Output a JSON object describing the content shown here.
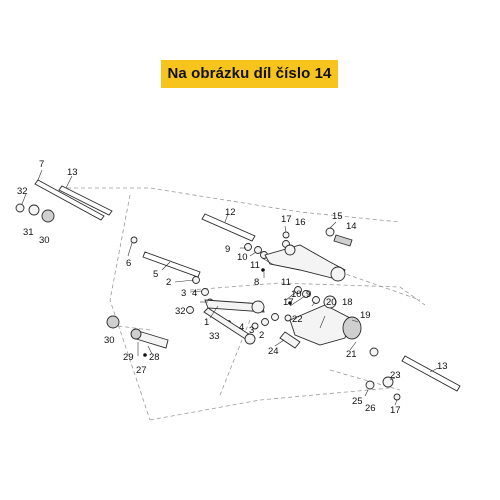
{
  "banner": {
    "title": "Na obrázku díl číslo 14"
  },
  "callouts": {
    "c7": "7",
    "c13a": "13",
    "c32a": "32",
    "c31": "31",
    "c30a": "30",
    "c6": "6",
    "c5": "5",
    "c2a": "2",
    "c3a": "3",
    "c4a": "4",
    "c32b": "32",
    "c1": "1",
    "c33": "33",
    "c4b": "4",
    "c3b": "3",
    "c2b": "2",
    "c30b": "30",
    "c29": "29",
    "c28": "28",
    "c27": "27",
    "c12": "12",
    "c9a": "9",
    "c10a": "10",
    "c11a": "11",
    "c8": "8",
    "c17a": "17",
    "c16": "16",
    "c15": "15",
    "c14": "14",
    "c11b": "11",
    "c10b": "10",
    "c9b": "9",
    "c17b": "17",
    "c20": "20",
    "c18": "18",
    "c22": "22",
    "c19": "19",
    "c24": "24",
    "c21": "21",
    "c13b": "13",
    "c23": "23",
    "c25": "25",
    "c26": "26",
    "c17c": "17"
  }
}
